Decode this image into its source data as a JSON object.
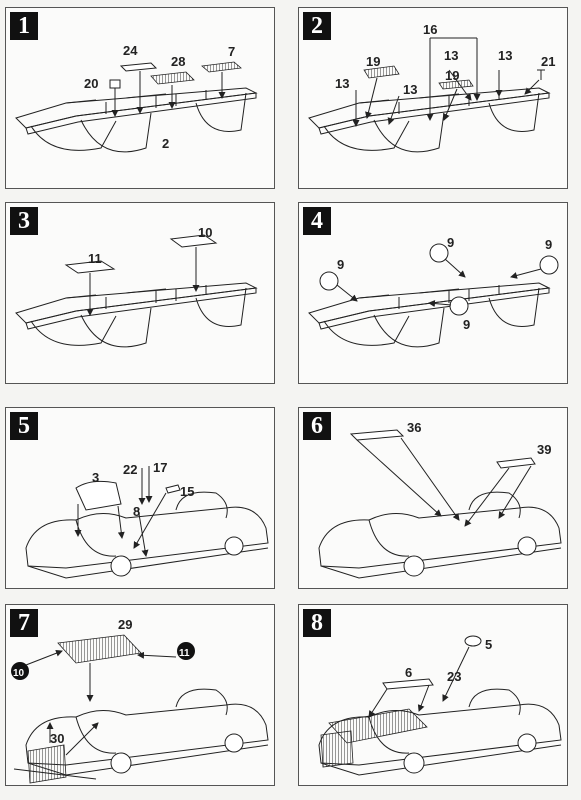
{
  "steps": [
    {
      "number": "1",
      "labels": [
        "24",
        "28",
        "7",
        "20",
        "2"
      ]
    },
    {
      "number": "2",
      "labels": [
        "16",
        "13",
        "13",
        "13",
        "19",
        "19",
        "13",
        "21"
      ]
    },
    {
      "number": "3",
      "labels": [
        "11",
        "10"
      ]
    },
    {
      "number": "4",
      "labels": [
        "9",
        "9",
        "9",
        "9"
      ]
    },
    {
      "number": "5",
      "labels": [
        "3",
        "22",
        "17",
        "15",
        "8"
      ]
    },
    {
      "number": "6",
      "labels": [
        "36",
        "39"
      ]
    },
    {
      "number": "7",
      "labels": [
        "29",
        "10",
        "11",
        "30"
      ]
    },
    {
      "number": "8",
      "labels": [
        "5",
        "6",
        "23"
      ]
    }
  ]
}
